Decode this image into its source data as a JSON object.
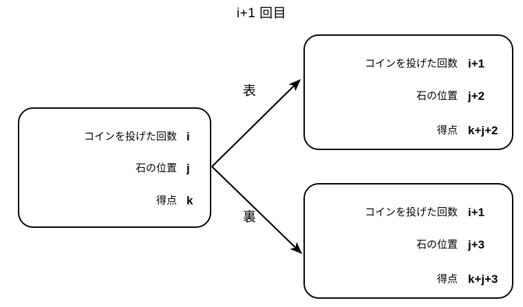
{
  "diagram": {
    "title": "i+1 回目",
    "type": "state-transition-tree",
    "row_labels": {
      "toss_count": "コインを投げた回数",
      "stone_position": "石の位置",
      "score": "得点"
    },
    "nodes": {
      "current": {
        "name": "current-state",
        "rows": [
          {
            "label": "コインを投げた回数",
            "value": "i"
          },
          {
            "label": "石の位置",
            "value": "j"
          },
          {
            "label": "得点",
            "value": "k"
          }
        ]
      },
      "heads": {
        "name": "heads-state",
        "rows": [
          {
            "label": "コインを投げた回数",
            "value": "i+1"
          },
          {
            "label": "石の位置",
            "value": "j+2"
          },
          {
            "label": "得点",
            "value": "k+j+2"
          }
        ]
      },
      "tails": {
        "name": "tails-state",
        "rows": [
          {
            "label": "コインを投げた回数",
            "value": "i+1"
          },
          {
            "label": "石の位置",
            "value": "j+3"
          },
          {
            "label": "得点",
            "value": "k+j+3"
          }
        ]
      }
    },
    "edges": {
      "heads_label": "表",
      "tails_label": "裏"
    },
    "colors": {
      "stroke": "#000000",
      "background": "#ffffff",
      "text": "#000000"
    }
  }
}
